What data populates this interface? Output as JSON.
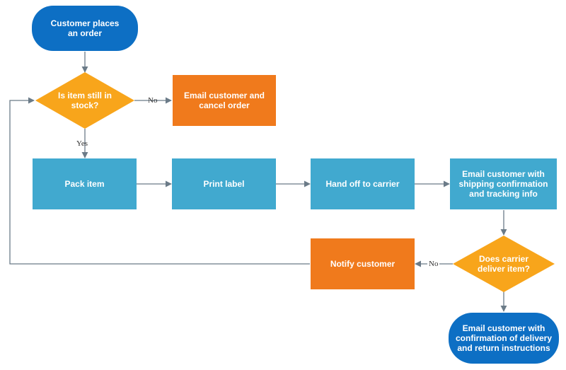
{
  "colors": {
    "terminal": "#0d6fc4",
    "process": "#41a9cf",
    "alert": "#f07a1c",
    "decision": "#f8a51b",
    "line": "#6b7b88"
  },
  "nodes": {
    "start": "Customer places\nan order",
    "in_stock": "Is item still in\nstock?",
    "cancel": "Email customer and\ncancel order",
    "pack": "Pack item",
    "print": "Print label",
    "handoff": "Hand off to carrier",
    "ship_email": "Email customer with\nshipping confirmation\nand tracking info",
    "delivered": "Does carrier\ndeliver item?",
    "notify": "Notify customer",
    "end": "Email customer with\nconfirmation of delivery\nand return instructions"
  },
  "edge_labels": {
    "stock_no": "No",
    "stock_yes": "Yes",
    "deliver_no": "No"
  }
}
